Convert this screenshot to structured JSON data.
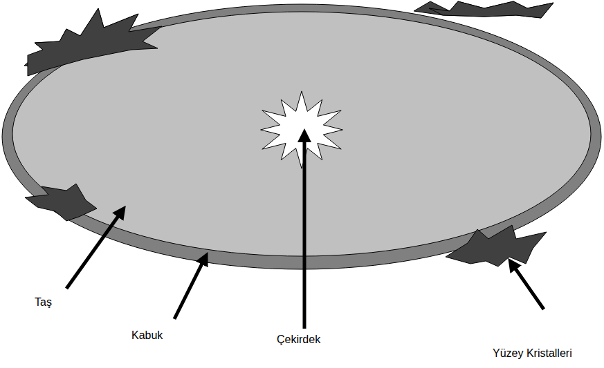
{
  "diagram": {
    "labels": [
      "Taş",
      "Kabuk",
      "Çekirdek",
      "Yüzey Kristalleri"
    ]
  }
}
